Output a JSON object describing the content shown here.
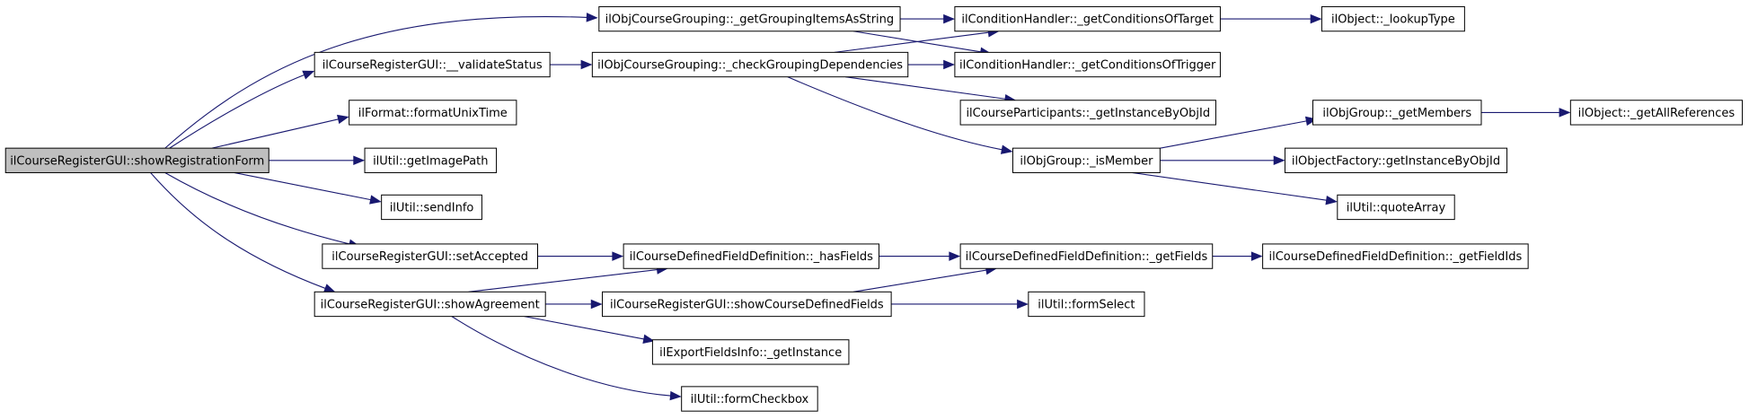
{
  "diagram": {
    "type": "call-graph",
    "colors": {
      "edge": "#191970",
      "root_fill": "#bfbfbf",
      "node_fill": "#ffffff",
      "node_stroke": "#000000"
    },
    "nodes": [
      {
        "id": "n_root",
        "label": "ilCourseRegisterGUI::showRegistrationForm",
        "root": true
      },
      {
        "id": "n_groupitems",
        "label": "ilObjCourseGrouping::_getGroupingItemsAsString"
      },
      {
        "id": "n_condtarget",
        "label": "ilConditionHandler::_getConditionsOfTarget"
      },
      {
        "id": "n_lookuptype",
        "label": "ilObject::_lookupType"
      },
      {
        "id": "n_validate",
        "label": "ilCourseRegisterGUI::__validateStatus"
      },
      {
        "id": "n_checkdeps",
        "label": "ilObjCourseGrouping::_checkGroupingDependencies"
      },
      {
        "id": "n_condtrigger",
        "label": "ilConditionHandler::_getConditionsOfTrigger"
      },
      {
        "id": "n_format",
        "label": "ilFormat::formatUnixTime"
      },
      {
        "id": "n_participants",
        "label": "ilCourseParticipants::_getInstanceByObjId"
      },
      {
        "id": "n_getmembers",
        "label": "ilObjGroup::_getMembers"
      },
      {
        "id": "n_allrefs",
        "label": "ilObject::_getAllReferences"
      },
      {
        "id": "n_imagepath",
        "label": "ilUtil::getImagePath"
      },
      {
        "id": "n_ismember",
        "label": "ilObjGroup::_isMember"
      },
      {
        "id": "n_factory",
        "label": "ilObjectFactory::getInstanceByObjId"
      },
      {
        "id": "n_sendinfo",
        "label": "ilUtil::sendInfo"
      },
      {
        "id": "n_quotearray",
        "label": "ilUtil::quoteArray"
      },
      {
        "id": "n_setaccepted",
        "label": "ilCourseRegisterGUI::setAccepted"
      },
      {
        "id": "n_hasfields",
        "label": "ilCourseDefinedFieldDefinition::_hasFields"
      },
      {
        "id": "n_getfields",
        "label": "ilCourseDefinedFieldDefinition::_getFields"
      },
      {
        "id": "n_getfieldids",
        "label": "ilCourseDefinedFieldDefinition::_getFieldIds"
      },
      {
        "id": "n_showagreement",
        "label": "ilCourseRegisterGUI::showAgreement"
      },
      {
        "id": "n_showfields",
        "label": "ilCourseRegisterGUI::showCourseDefinedFields"
      },
      {
        "id": "n_formselect",
        "label": "ilUtil::formSelect"
      },
      {
        "id": "n_exportfields",
        "label": "ilExportFieldsInfo::_getInstance"
      },
      {
        "id": "n_formcheckbox",
        "label": "ilUtil::formCheckbox"
      }
    ],
    "edges": [
      [
        "n_root",
        "n_groupitems"
      ],
      [
        "n_root",
        "n_validate"
      ],
      [
        "n_root",
        "n_format"
      ],
      [
        "n_root",
        "n_imagepath"
      ],
      [
        "n_root",
        "n_sendinfo"
      ],
      [
        "n_root",
        "n_setaccepted"
      ],
      [
        "n_root",
        "n_showagreement"
      ],
      [
        "n_groupitems",
        "n_condtarget"
      ],
      [
        "n_groupitems",
        "n_condtrigger"
      ],
      [
        "n_condtarget",
        "n_lookuptype"
      ],
      [
        "n_validate",
        "n_checkdeps"
      ],
      [
        "n_checkdeps",
        "n_condtarget"
      ],
      [
        "n_checkdeps",
        "n_condtrigger"
      ],
      [
        "n_checkdeps",
        "n_participants"
      ],
      [
        "n_checkdeps",
        "n_ismember"
      ],
      [
        "n_ismember",
        "n_getmembers"
      ],
      [
        "n_ismember",
        "n_factory"
      ],
      [
        "n_ismember",
        "n_quotearray"
      ],
      [
        "n_getmembers",
        "n_allrefs"
      ],
      [
        "n_setaccepted",
        "n_hasfields"
      ],
      [
        "n_hasfields",
        "n_getfields"
      ],
      [
        "n_getfields",
        "n_getfieldids"
      ],
      [
        "n_showagreement",
        "n_hasfields"
      ],
      [
        "n_showagreement",
        "n_showfields"
      ],
      [
        "n_showagreement",
        "n_exportfields"
      ],
      [
        "n_showagreement",
        "n_formcheckbox"
      ],
      [
        "n_showfields",
        "n_getfields"
      ],
      [
        "n_showfields",
        "n_formselect"
      ]
    ]
  }
}
